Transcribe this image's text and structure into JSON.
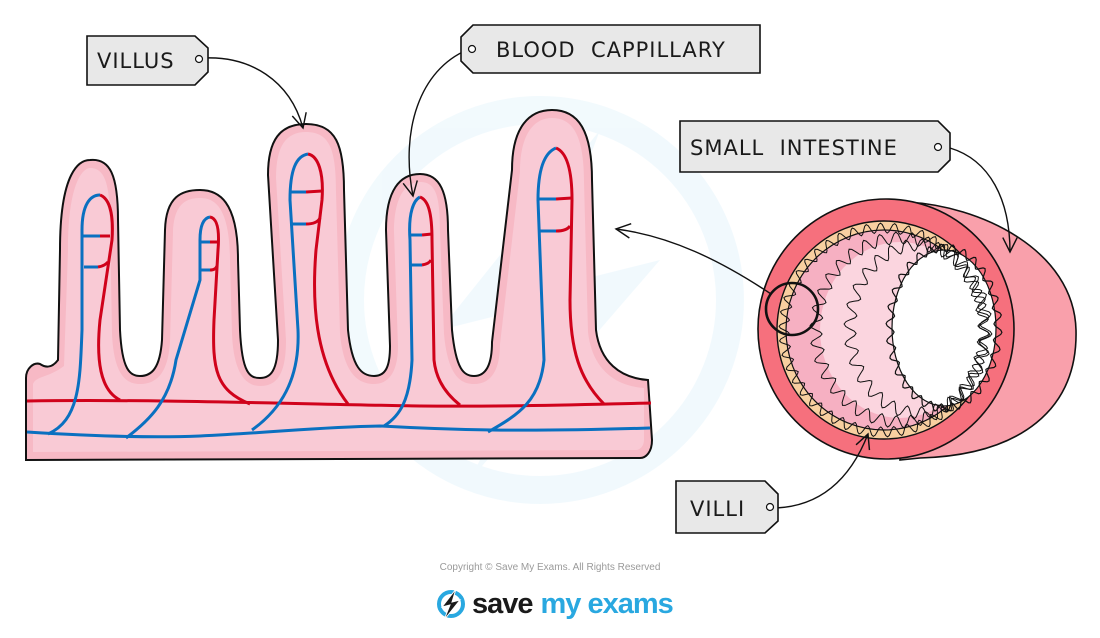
{
  "labels": {
    "villus": "VILLUS",
    "blood_capillary": "BLOOD  CAPPILLARY",
    "small_intestine": "SMALL  INTESTINE",
    "villi": "VILLI"
  },
  "footer": {
    "copyright": "Copyright © Save My Exams. All Rights Reserved",
    "brand_part1": "save",
    "brand_part2": "my exams"
  },
  "colors": {
    "tissue_fill": "#f8c5d0",
    "tissue_border": "#f59aa8",
    "artery": "#d0021b",
    "vein": "#0a70c0",
    "intestine_outer": "#f6707d",
    "intestine_side": "#f9a0ab",
    "intestine_muscle": "#f8cfa0",
    "tag_fill": "#e8e8e8",
    "brand_blue": "#29a8e0"
  }
}
